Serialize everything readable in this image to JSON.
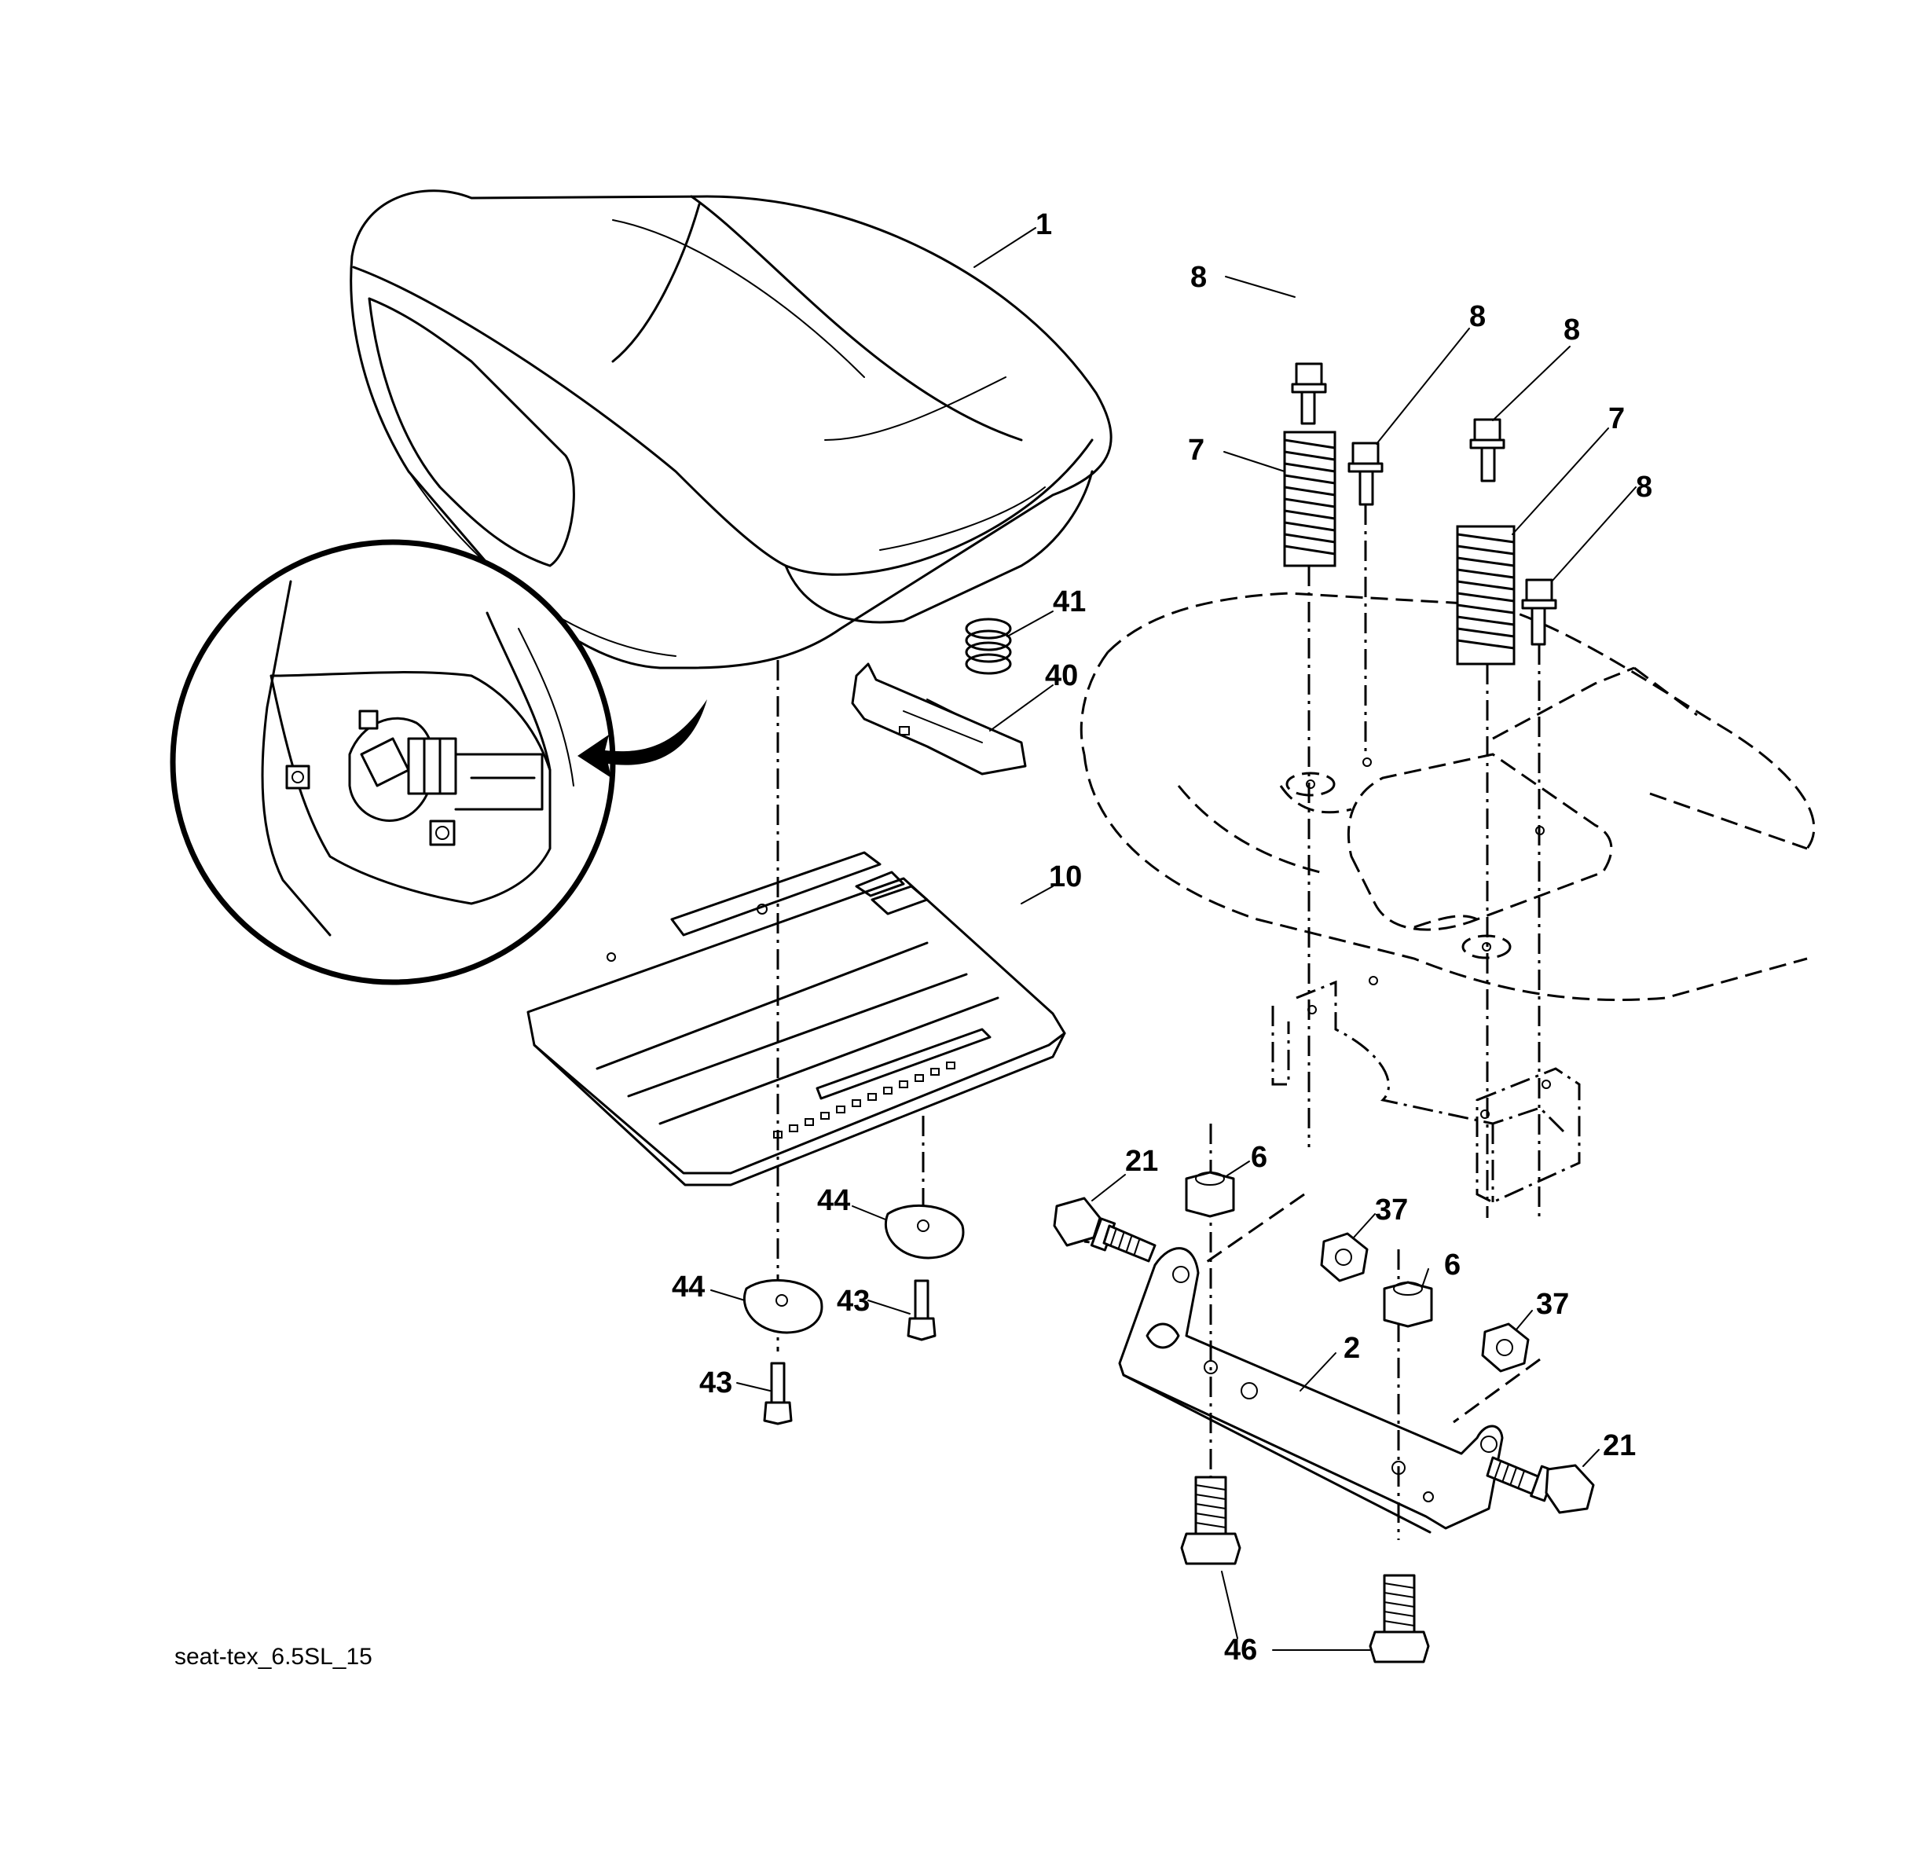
{
  "diagram": {
    "reference_code": "seat-tex_6.5SL_15",
    "callouts": {
      "seat": "1",
      "bolt_a": "8",
      "bolt_b": "8",
      "bolt_c": "8",
      "bolt_d": "8",
      "spring_left": "7",
      "spring_right": "7",
      "spring_small": "41",
      "clip": "40",
      "seat_pan": "10",
      "bolt_21_left": "21",
      "bolt_21_right": "21",
      "nut_6_left": "6",
      "nut_6_right": "6",
      "nut_37_left": "37",
      "nut_37_right": "37",
      "washer_44_right": "44",
      "washer_44_left": "44",
      "bolt_43_right": "43",
      "bolt_43_left": "43",
      "bracket": "2",
      "bolt_46": "46"
    }
  }
}
